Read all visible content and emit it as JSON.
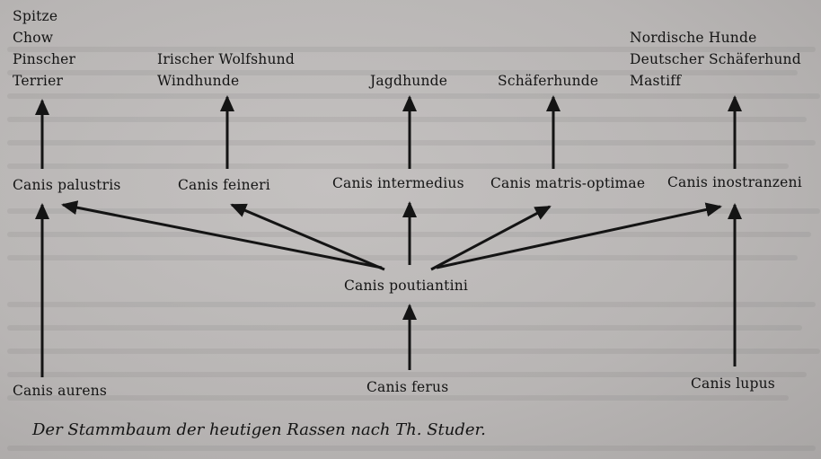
{
  "diagram": {
    "top_groups": {
      "spitze_group": [
        "Spitze",
        "Chow",
        "Pinscher",
        "Terrier"
      ],
      "windhunde_group": [
        "Irischer Wolfshund",
        "Windhunde"
      ],
      "jagdhunde_group": [
        "Jagdhunde"
      ],
      "schaeferhunde_group": [
        "Schäferhunde"
      ],
      "mastiff_group": [
        "Nordische Hunde",
        "Deutscher Schäferhund",
        "Mastiff"
      ]
    },
    "middle_row": {
      "palustris": "Canis palustris",
      "feineri": "Canis feineri",
      "intermedius": "Canis intermedius",
      "matris_optimae": "Canis matris-optimae",
      "inostranzeni": "Canis inostranzeni"
    },
    "center": "Canis poutiantini",
    "bottom_row": {
      "aurens": "Canis aurens",
      "ferus": "Canis ferus",
      "lupus": "Canis lupus"
    },
    "caption": "Der Stammbaum der heutigen Rassen nach Th. Studer.",
    "line_color": "#141414"
  }
}
